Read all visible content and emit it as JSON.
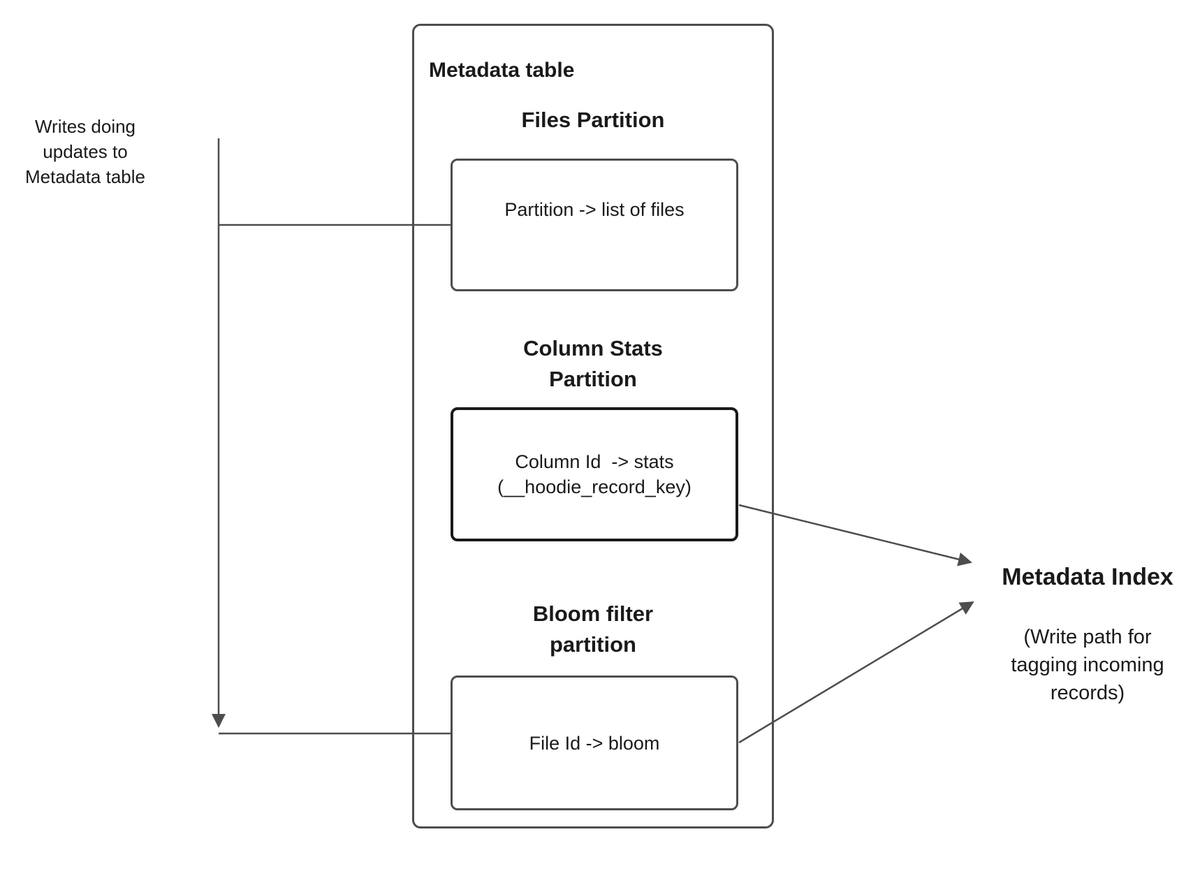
{
  "diagram": {
    "left_note": {
      "lines": [
        "Writes doing",
        "updates to",
        "Metadata table"
      ]
    },
    "metadata_table": {
      "title": "Metadata table",
      "files_section": {
        "heading": "Files Partition",
        "body": "Partition -> list of files"
      },
      "column_stats_section": {
        "heading_lines": [
          "Column Stats",
          "Partition"
        ],
        "body_lines": [
          "Column Id  -> stats",
          "(__hoodie_record_key)"
        ]
      },
      "bloom_section": {
        "heading_lines": [
          "Bloom filter",
          "partition"
        ],
        "body": "File Id -> bloom"
      }
    },
    "metadata_index": {
      "title": "Metadata Index",
      "note_lines": [
        "(Write path for",
        "tagging incoming",
        "records)"
      ]
    },
    "colors": {
      "background": "#ffffff",
      "line": "#4d4d4d",
      "box_border": "#4d4d4d",
      "emphasis_border": "#1a1a1a",
      "text": "#1a1a1a"
    }
  }
}
